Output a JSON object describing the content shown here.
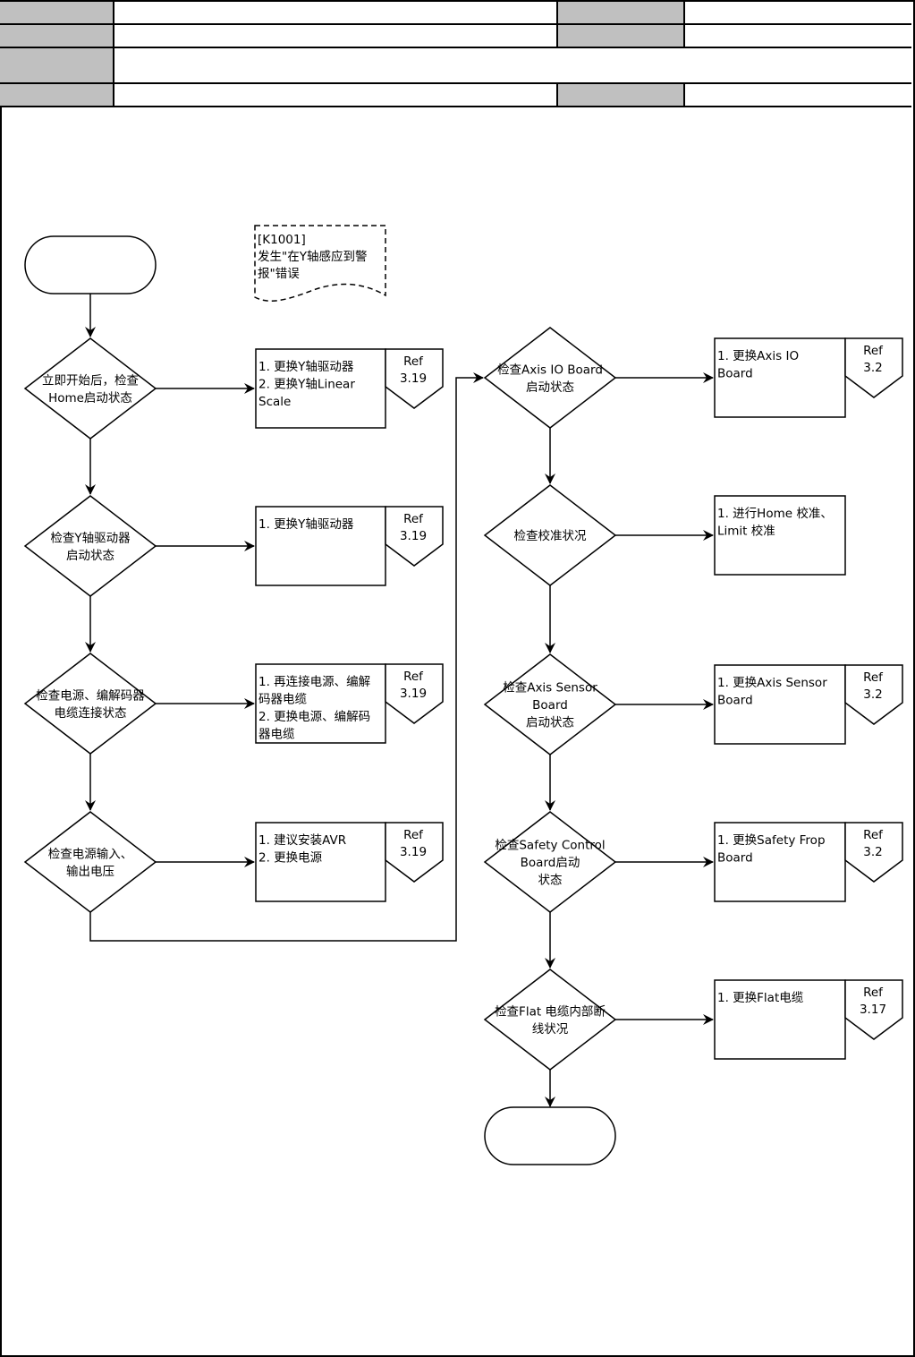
{
  "header": {
    "rows": [
      {
        "label1": "",
        "value1": "",
        "label2": "",
        "value2": ""
      },
      {
        "label1": "",
        "value1": "",
        "label2": "",
        "value2": ""
      },
      {
        "label1": "",
        "value1": ""
      },
      {
        "label1": "",
        "value1": "",
        "label2": "",
        "value2": ""
      }
    ]
  },
  "note": {
    "lines": [
      "[K1001]",
      "发生\"在Y轴感应到警",
      "报\"错误"
    ]
  },
  "start": {
    "label": ""
  },
  "end": {
    "label": ""
  },
  "left_column": [
    {
      "decision": [
        "立即开始后，检查",
        "Home启动状态"
      ],
      "action": [
        "1. 更换Y轴驱动器",
        "2. 更换Y轴Linear",
        "Scale"
      ],
      "ref": [
        "Ref",
        "3.19"
      ]
    },
    {
      "decision": [
        "检查Y轴驱动器",
        "启动状态"
      ],
      "action": [
        "1. 更换Y轴驱动器"
      ],
      "ref": [
        "Ref",
        "3.19"
      ]
    },
    {
      "decision": [
        "检查电源、编解码器",
        "电缆连接状态"
      ],
      "action": [
        "1. 再连接电源、编解",
        "码器电缆",
        "2. 更换电源、编解码",
        "器电缆"
      ],
      "ref": [
        "Ref",
        "3.19"
      ]
    },
    {
      "decision": [
        "检查电源输入、",
        "输出电压"
      ],
      "action": [
        "1. 建议安装AVR",
        "2. 更换电源"
      ],
      "ref": [
        "Ref",
        "3.19"
      ]
    }
  ],
  "right_column": [
    {
      "decision": [
        "检查Axis IO Board",
        "启动状态"
      ],
      "action": [
        "1. 更换Axis IO",
        "Board"
      ],
      "ref": [
        "Ref",
        "3.2"
      ]
    },
    {
      "decision": [
        "检查校准状况"
      ],
      "action": [
        "1. 进行Home 校准、",
        "Limit 校准"
      ],
      "ref": null
    },
    {
      "decision": [
        "检查Axis Sensor",
        "Board",
        "启动状态"
      ],
      "action": [
        "1. 更换Axis Sensor",
        "Board"
      ],
      "ref": [
        "Ref",
        "3.2"
      ]
    },
    {
      "decision": [
        "检查Safety Control",
        "Board启动",
        "状态"
      ],
      "action": [
        "1. 更换Safety Frop",
        "Board"
      ],
      "ref": [
        "Ref",
        "3.2"
      ]
    },
    {
      "decision": [
        "检查Flat 电缆内部断",
        "线状况"
      ],
      "action": [
        "1. 更换Flat电缆"
      ],
      "ref": [
        "Ref",
        "3.17"
      ]
    }
  ]
}
